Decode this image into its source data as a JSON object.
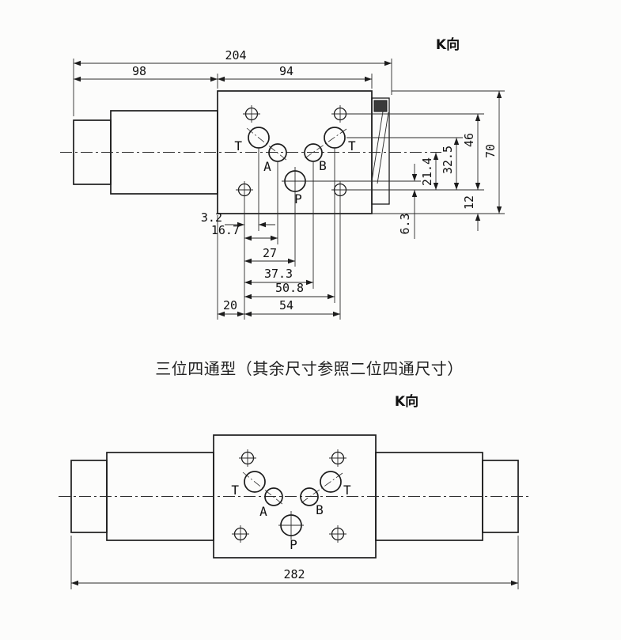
{
  "page": {
    "background": "#fcfcfb",
    "line_color": "#1c1c1c"
  },
  "caption": "三位四通型（其余尺寸参照二位四通尺寸）",
  "top_view": {
    "view_label": "K向",
    "port_labels": {
      "t_left": "T",
      "a": "A",
      "b": "B",
      "t_right": "T",
      "p": "P"
    },
    "dims": {
      "total_width": "204",
      "left_width": "98",
      "right_width": "94",
      "x_t_left": "3.2",
      "x_a": "16.7",
      "x_p": "27",
      "x_b": "37.3",
      "x_t_right": "50.8",
      "x_holes": "54",
      "x_edge": "20",
      "y_p": "6.3",
      "y_ab": "21.4",
      "y_t": "32.5",
      "y_holes": "46",
      "y_bottom": "12",
      "height": "70"
    }
  },
  "bottom_view": {
    "view_label": "K向",
    "port_labels": {
      "t_left": "T",
      "a": "A",
      "b": "B",
      "t_right": "T",
      "p": "P"
    },
    "dims": {
      "total_width": "282"
    }
  }
}
